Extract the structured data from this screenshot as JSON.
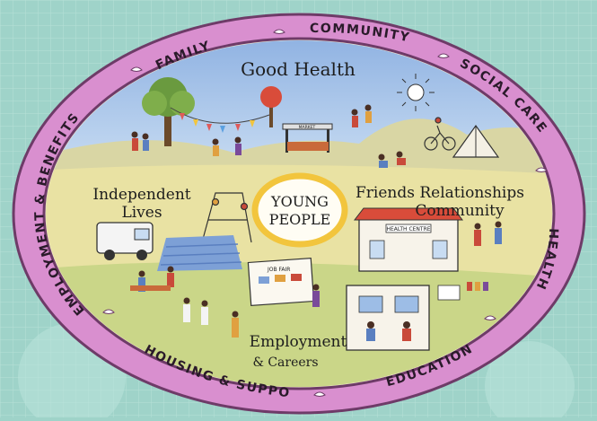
{
  "ring_labels": {
    "family": "FAMILY",
    "community": "COMMUNITY",
    "social_care": "SOCIAL CARE",
    "health": "HEALTH",
    "education": "EDUCATION",
    "housing_support": "HOUSING & SUPPORT",
    "employment_benefits": "EMPLOYMENT & BENEFITS"
  },
  "sections": {
    "good_health": "Good Health",
    "independent_lives_1": "Independent",
    "independent_lives_2": "Lives",
    "friends_1": "Friends Relationships",
    "friends_2": "Community",
    "employment_1": "Employment",
    "employment_2": "& Careers"
  },
  "center": {
    "line1": "YOUNG",
    "line2": "PEOPLE"
  },
  "signs": {
    "health_centre": "HEALTH CENTRE",
    "job_fair": "JOB FAIR",
    "market": "MARKET"
  },
  "colors": {
    "background": "#9fd3c9",
    "ring": "#d98fcf",
    "sky": "#9dbde6",
    "field": "#e9e2a3",
    "grass": "#bcd27c",
    "center_ring": "#f2c53d"
  }
}
